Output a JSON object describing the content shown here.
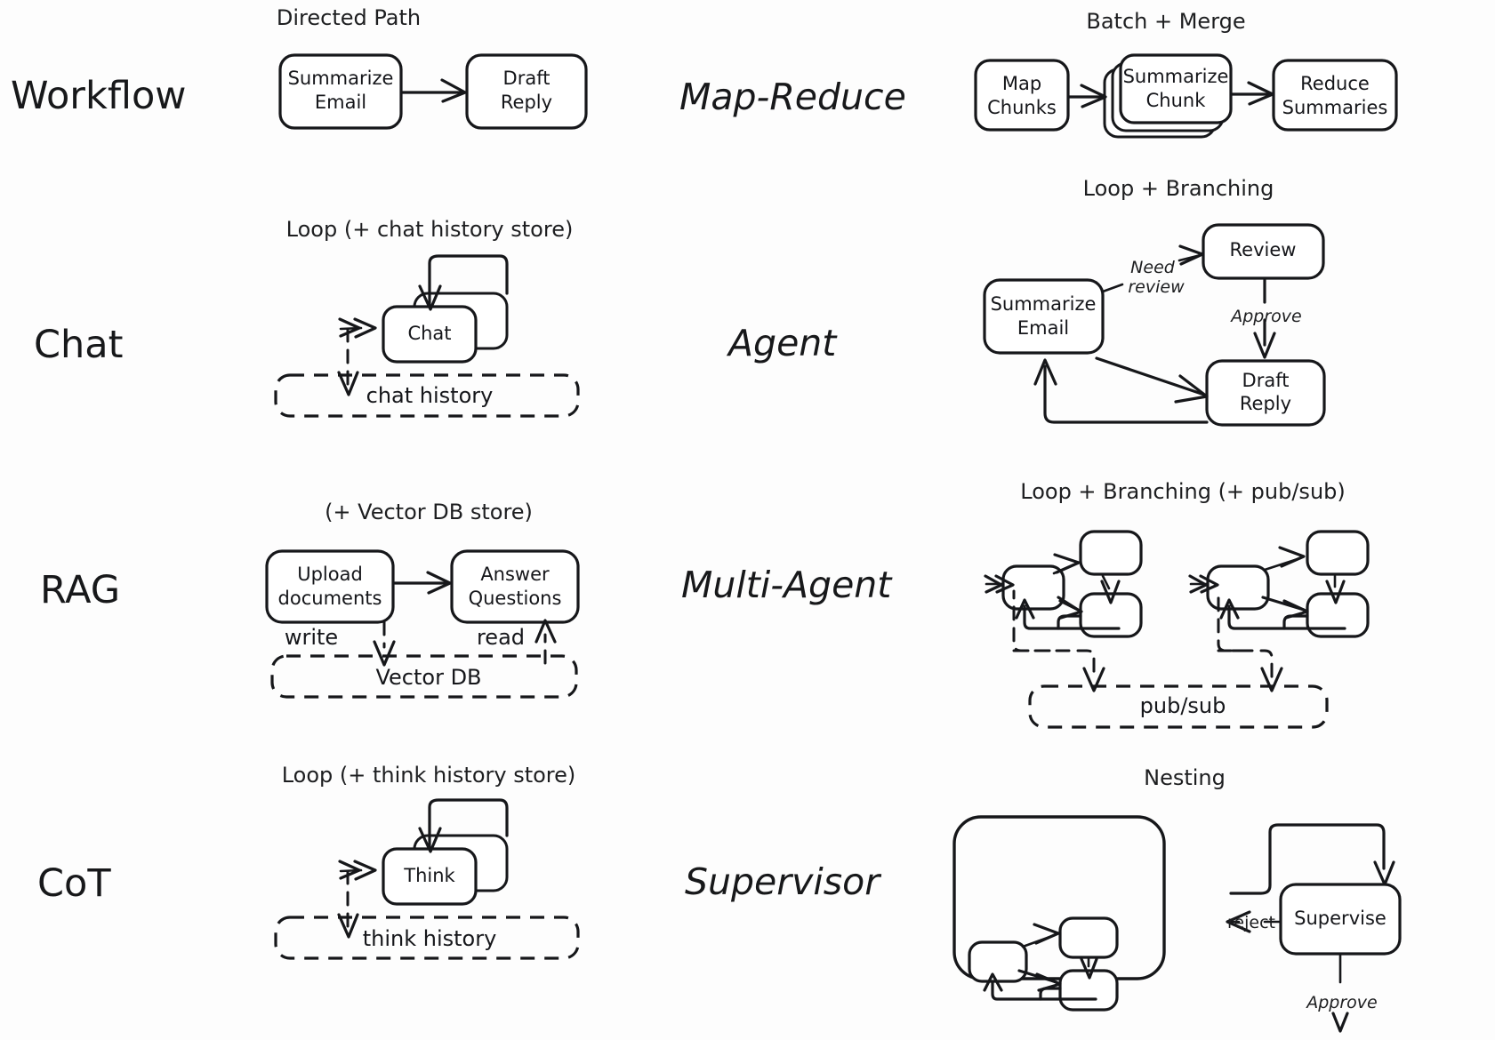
{
  "meta": {
    "background_color": "#fdfdfd",
    "ink_color": "#16171a"
  },
  "rows": [
    {
      "left": {
        "label": "Workflow",
        "caption": "Directed Path",
        "nodes": [
          "Summarize Email",
          "Draft Reply"
        ],
        "stores": [],
        "edge_labels": []
      },
      "right": {
        "label": "Map-Reduce",
        "caption": "Batch + Merge",
        "nodes": [
          "Map Chunks",
          "Summarize Chunk",
          "Reduce Summaries"
        ],
        "stores": [],
        "edge_labels": []
      }
    },
    {
      "left": {
        "label": "Chat",
        "caption": "Loop (+ chat history store)",
        "nodes": [
          "Chat"
        ],
        "stores": [
          "chat history"
        ],
        "edge_labels": []
      },
      "right": {
        "label": "Agent",
        "caption": "Loop + Branching",
        "nodes": [
          "Summarize Email",
          "Review",
          "Draft Reply"
        ],
        "stores": [],
        "edge_labels": [
          "Need review",
          "Approve"
        ]
      }
    },
    {
      "left": {
        "label": "RAG",
        "caption": "(+ Vector DB store)",
        "nodes": [
          "Upload documents",
          "Answer Questions"
        ],
        "stores": [
          "Vector DB"
        ],
        "edge_labels": [
          "write",
          "read"
        ]
      },
      "right": {
        "label": "Multi-Agent",
        "caption": "Loop + Branching (+ pub/sub)",
        "nodes": [],
        "stores": [
          "pub/sub"
        ],
        "edge_labels": []
      }
    },
    {
      "left": {
        "label": "CoT",
        "caption": "Loop (+ think history store)",
        "nodes": [
          "Think"
        ],
        "stores": [
          "think history"
        ],
        "edge_labels": []
      },
      "right": {
        "label": "Supervisor",
        "caption": "Nesting",
        "nodes": [
          "Supervise"
        ],
        "stores": [],
        "edge_labels": [
          "reject",
          "Approve"
        ]
      }
    }
  ],
  "workflow": {
    "label": "Workflow",
    "caption": "Directed Path",
    "node_1_line_1": "Summarize",
    "node_1_line_2": "Email",
    "node_2_line_1": "Draft",
    "node_2_line_2": "Reply"
  },
  "map_reduce": {
    "label": "Map-Reduce",
    "caption": "Batch + Merge",
    "node_1_line_1": "Map",
    "node_1_line_2": "Chunks",
    "node_2_line_1": "Summarize",
    "node_2_line_2": "Chunk",
    "node_3_line_1": "Reduce",
    "node_3_line_2": "Summaries"
  },
  "chat": {
    "label": "Chat",
    "caption": "Loop (+ chat history store)",
    "node_1": "Chat",
    "store_1": "chat history"
  },
  "agent": {
    "label": "Agent",
    "caption": "Loop + Branching",
    "node_1_line_1": "Summarize",
    "node_1_line_2": "Email",
    "node_2": "Review",
    "node_3_line_1": "Draft",
    "node_3_line_2": "Reply",
    "edge_1_line_1": "Need",
    "edge_1_line_2": "review",
    "edge_2": "Approve"
  },
  "rag": {
    "label": "RAG",
    "caption": "(+ Vector DB store)",
    "node_1_line_1": "Upload",
    "node_1_line_2": "documents",
    "node_2_line_1": "Answer",
    "node_2_line_2": "Questions",
    "store_1": "Vector DB",
    "edge_1": "write",
    "edge_2": "read"
  },
  "multi_agent": {
    "label": "Multi-Agent",
    "caption": "Loop + Branching (+ pub/sub)",
    "store_1": "pub/sub"
  },
  "cot": {
    "label": "CoT",
    "caption": "Loop (+ think history store)",
    "node_1": "Think",
    "store_1": "think history"
  },
  "supervisor": {
    "label": "Supervisor",
    "caption": "Nesting",
    "node_1": "Supervise",
    "edge_1": "reject",
    "edge_2": "Approve"
  }
}
